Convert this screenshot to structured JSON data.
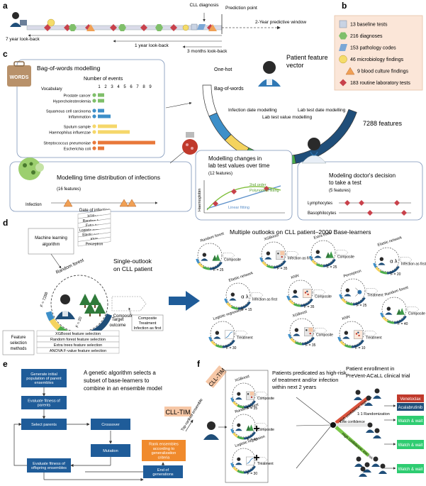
{
  "panels": {
    "a": "a",
    "b": "b",
    "c": "c",
    "d": "d",
    "e": "e",
    "f": "f"
  },
  "timeline": {
    "cll_diagnosis": "CLL diagnosis",
    "prediction_point": "Prediction point",
    "window": "2-Year predictive window",
    "lookback_7": "7 year look-back",
    "lookback_1": "1 year look-back",
    "lookback_3m": "3 months look-back"
  },
  "legend_b": [
    {
      "label": "13 baseline tests",
      "shape": "square",
      "color": "#c9d3e3"
    },
    {
      "label": "216 diagnoses",
      "shape": "hexagon",
      "color": "#7fbf6a"
    },
    {
      "label": "153 pathology codes",
      "shape": "parallelogram",
      "color": "#7aa7d6"
    },
    {
      "label": "46 microbiology findings",
      "shape": "circle",
      "color": "#f5dc6a"
    },
    {
      "label": "9 blood culture findings",
      "shape": "triangle",
      "color": "#f0a055"
    },
    {
      "label": "183 routine laboratory tests",
      "shape": "diamond",
      "color": "#c8414b"
    }
  ],
  "panel_c": {
    "words_icon": "WORDS",
    "bow_title": "Bag-of-words modelling",
    "number_of_events": "Number of events",
    "vocabulary": "Vocabulary",
    "axis_ticks": [
      "1",
      "2",
      "3",
      "4",
      "5",
      "6",
      "7",
      "8",
      "9"
    ],
    "vocab_rows": [
      {
        "label": "Prostate cancer",
        "value": 1,
        "color": "#7fbf6a"
      },
      {
        "label": "Hypercholesterolemia",
        "value": 1,
        "color": "#7fbf6a"
      },
      {
        "label": "Squamous cell carcinoma",
        "value": 1,
        "color": "#3d8fc9"
      },
      {
        "label": "Inflammation",
        "value": 2,
        "color": "#3d8fc9"
      },
      {
        "label": "Sputum sample",
        "value": 3,
        "color": "#f5d76a"
      },
      {
        "label": "Haemophilus influenzae",
        "value": 5,
        "color": "#f5d76a"
      },
      {
        "label": "Streptococcus pneumoniae",
        "value": 9,
        "color": "#e8783a"
      },
      {
        "label": "Escherichia coli",
        "value": 1,
        "color": "#e8783a"
      }
    ],
    "infection_title": "Modelling time distribution of infections",
    "infection_sub": "(16 features)",
    "infection_axis": "Infection",
    "date_of_infection": "Date of infection",
    "feature_vector_title": "Patient feature vector",
    "segments": [
      "One-hot",
      "Bag-of-words",
      "Infection date modelling",
      "Lab test value modelling",
      "Lab test date modelling"
    ],
    "feature_count": "7288 features",
    "lab_change_title": "Modelling changes in lab test values over time",
    "lab_change_sub": "(12 features)",
    "haemoglobin": "Haemoglobin",
    "linear_fitting": "Linear fitting",
    "second_order": "2nd order",
    "polynomial_fitting": "Polynomial fitting",
    "doctor_title": "Modeling doctor's decision to take a test",
    "doctor_sub": "(5 features)",
    "lymphocytes": "Lymphocytes",
    "basophilocytes": "Basophilocytes"
  },
  "panel_d": {
    "ml_algorithm": "Machine learning algorithm",
    "ml_list": [
      "XGBoost",
      "Random forest",
      "Extra trees",
      "Logistic regression",
      "Elastic network",
      "KNN",
      "Perceptron"
    ],
    "single_outlook": "Single-outlook on CLL patient",
    "random_forest": "Random forest",
    "f_7288": "F = 7288",
    "f_20": "F = 20",
    "composite": "Composite",
    "target_outcome": "Target outcome",
    "outcomes": [
      "Composite",
      "Treatment",
      "Infection as first"
    ],
    "feature_methods_label": "Feature selection methods",
    "feature_methods": [
      "XGBoost feature selection",
      "Random forest feature selection",
      "Extra trees feature selection",
      "ANOVA F-value feature selection"
    ],
    "multi_title": "Multiple outlooks on CLL patient–2000 Base-learners",
    "learners": [
      {
        "name": "Random forest",
        "f": "F = 25",
        "target": "Composite"
      },
      {
        "name": "XGBoost",
        "f": "F = 35",
        "target": "Infection as first"
      },
      {
        "name": "Extra trees",
        "f": "F = 25",
        "target": "Composite"
      },
      {
        "name": "Elastic network",
        "f": "F = 20",
        "target": "Infection as first"
      },
      {
        "name": "Elastic network",
        "f": "F = 15",
        "target": "Infection as first"
      },
      {
        "name": "KNN",
        "f": "F = 35",
        "target": "Composite"
      },
      {
        "name": "Perceptron",
        "f": "F = 25",
        "target": "Treatment"
      },
      {
        "name": "Random forest",
        "f": "F = 40",
        "target": "Composite"
      },
      {
        "name": "Logistic regression",
        "f": "F = 30",
        "target": "Treatment"
      },
      {
        "name": "XGBoost",
        "f": "F = 35",
        "target": "Composite"
      },
      {
        "name": "KNN",
        "f": "F = 10",
        "target": "Treatment"
      }
    ],
    "alpha_lambda": "α λ"
  },
  "panel_e": {
    "title": "A genetic algorithm selects a subset of base-learners to combine in an ensemble model",
    "boxes": [
      "Generate initial population of parent ensembles",
      "Evaluate fitness of parents",
      "Select parents",
      "Crossover",
      "Mutation",
      "Evaluate fitness of offspring ensembles",
      "Rank ensembles according to generalization criteria",
      "End of generations"
    ],
    "cll_tim": "CLL-TIM",
    "top_ranked": "Top-ranked ensemble"
  },
  "panel_f": {
    "cll_tim": "CLL-TIM",
    "learners": [
      {
        "name": "XGBoost",
        "f": "F = 35",
        "target": "Composite"
      },
      {
        "name": "Random forest",
        "f": "F = 40",
        "target": "Composite"
      },
      {
        "name": "Logistic regression",
        "f": "F = 30",
        "target": "Treatment"
      }
    ],
    "predicted_title": "Patients predicated as high-risk of treatment and/or infection within next 2 years",
    "enrollment_title": "Patient enrollment in PreVent-ACaLL clinical trial",
    "high_conf_high": "High confidence; high risk",
    "low_conf": "Low confidence",
    "high_conf_low": "High confidence; low risk",
    "randomization": "1:1 Randomization",
    "venetoclax": "Venetoclax",
    "acalabrutinib": "Acalabrutinib",
    "watch_wait": "Watch & wait"
  },
  "colors": {
    "navy": "#1f4e79",
    "blue": "#2f78b5",
    "green": "#4cae4c",
    "bright_green": "#2ecc71",
    "orange": "#f08a2c",
    "red": "#c0392b",
    "yellow": "#f4d35e",
    "salmon": "#f6c7a6"
  }
}
